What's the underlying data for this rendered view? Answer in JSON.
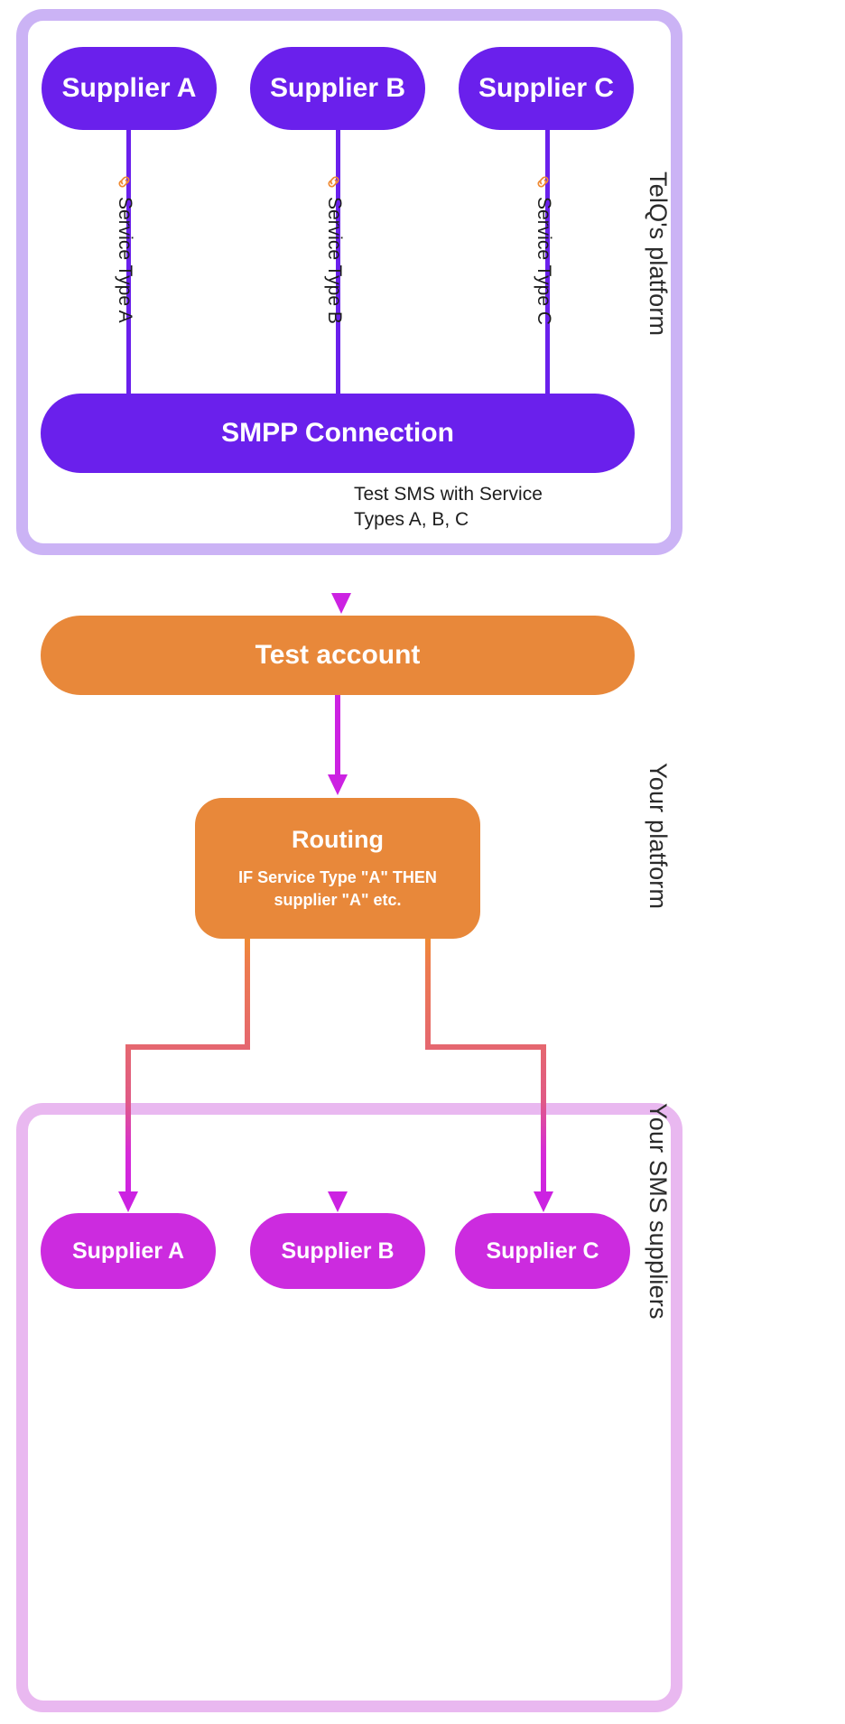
{
  "diagram": {
    "title": "TelQ SMPP service type routing flow",
    "colors": {
      "purple": "#6a20ec",
      "orange": "#e8883a",
      "magenta": "#cc2bdf",
      "frame_purple": "#cbb3f5",
      "frame_pink": "#e9b8f0",
      "link_icon": "#ef8a33",
      "text_dark": "#1d1d1d"
    }
  },
  "groups": {
    "telq": {
      "label": "TelQ's platform"
    },
    "your_platform": {
      "label": "Your platform"
    },
    "your_sms_suppliers": {
      "label": "Your SMS suppliers"
    }
  },
  "top_suppliers": [
    {
      "label": "Supplier A",
      "service_type": "Service Type A",
      "icon": "link-icon"
    },
    {
      "label": "Supplier B",
      "service_type": "Service Type B",
      "icon": "link-icon"
    },
    {
      "label": "Supplier C",
      "service_type": "Service Type C",
      "icon": "link-icon"
    }
  ],
  "smpp": {
    "label": "SMPP Connection"
  },
  "connector_caption": {
    "text": "Test SMS with Service\nTypes A, B, C"
  },
  "test_account": {
    "label": "Test account"
  },
  "routing": {
    "title": "Routing",
    "subtitle": "IF Service Type \"A\" THEN\nsupplier \"A\" etc."
  },
  "bottom_suppliers": [
    {
      "label": "Supplier A"
    },
    {
      "label": "Supplier B"
    },
    {
      "label": "Supplier C"
    }
  ]
}
